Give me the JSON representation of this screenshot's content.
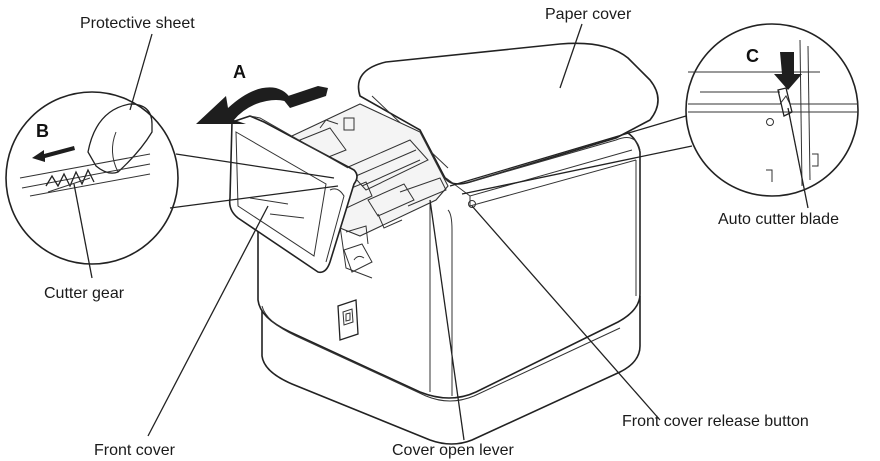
{
  "labels": {
    "protective_sheet": "Protective sheet",
    "paper_cover": "Paper cover",
    "auto_cutter_blade": "Auto cutter blade",
    "cutter_gear": "Cutter gear",
    "front_cover": "Front cover",
    "cover_open_lever": "Cover open lever",
    "front_cover_release_button": "Front cover release button"
  },
  "letters": {
    "a": "A",
    "b": "B",
    "c": "C"
  }
}
